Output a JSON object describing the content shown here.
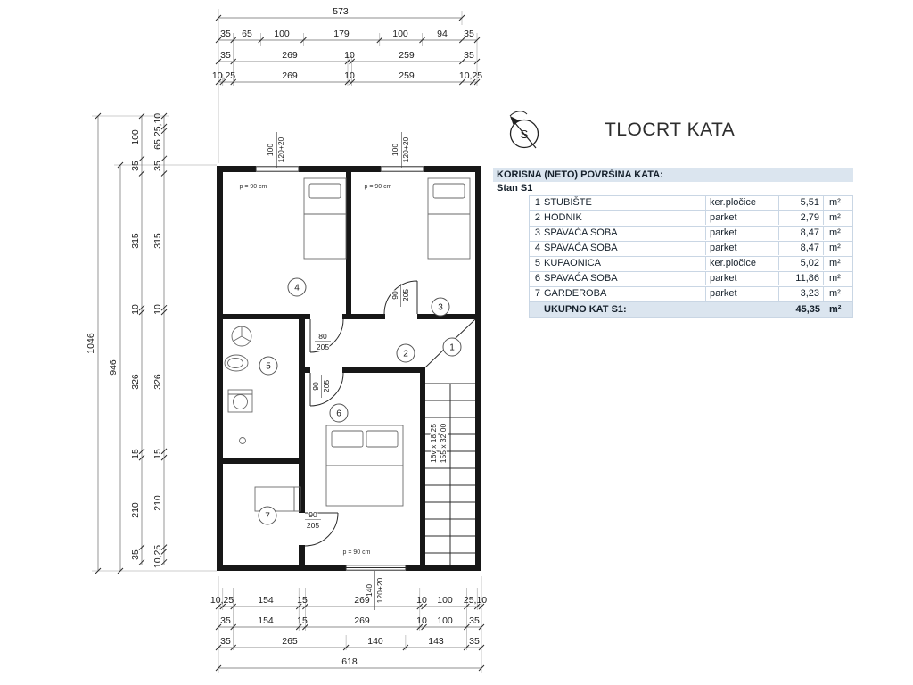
{
  "header": {
    "title": "TLOCRT KATA",
    "compass": "S"
  },
  "dims": {
    "top_total": "573",
    "top_row2": [
      "35",
      "65",
      "100",
      "179",
      "100",
      "94",
      "35"
    ],
    "top_row3": [
      "35",
      "269",
      "10",
      "259",
      "35"
    ],
    "top_row4": [
      "10,25",
      "269",
      "10",
      "259",
      "10,25"
    ],
    "left_total": "1046",
    "left_span": "946",
    "left_colA": [
      "100",
      "35",
      "315",
      "10",
      "326",
      "15",
      "210",
      "35"
    ],
    "left_colB": [
      "25,10",
      "65",
      "35",
      "315",
      "10",
      "326",
      "15",
      "210",
      "10,25"
    ],
    "bottom_row1": [
      "10,25",
      "154",
      "15",
      "269",
      "10",
      "100",
      "25,10"
    ],
    "bottom_row2": [
      "35",
      "154",
      "15",
      "269",
      "10",
      "100",
      "35"
    ],
    "bottom_row3": [
      "35",
      "265",
      "140",
      "143",
      "35"
    ],
    "bottom_total": "618"
  },
  "plan": {
    "rooms": [
      "1",
      "2",
      "3",
      "4",
      "5",
      "6",
      "7"
    ],
    "windows": {
      "w1_width": "100",
      "w1_height": "120+20",
      "w2_width": "100",
      "w2_height": "120+20",
      "wb_width": "140",
      "wb_height": "120+20"
    },
    "doors": {
      "bath_width": "80",
      "bath_height": "205",
      "std_width": "90",
      "std_height": "205"
    },
    "parapet": "p = 90 cm",
    "stair1": "16v x 18,25",
    "stair2": "155 x 32,00"
  },
  "table": {
    "title": "KORISNA (NETO) POVRŠINA KATA:",
    "unit_label": "Stan S1",
    "rows": [
      {
        "num": "1",
        "name": "STUBIŠTE",
        "finish": "ker.pločice",
        "area": "5,51",
        "unit": "m²"
      },
      {
        "num": "2",
        "name": "HODNIK",
        "finish": "parket",
        "area": "2,79",
        "unit": "m²"
      },
      {
        "num": "3",
        "name": "SPAVAĆA SOBA",
        "finish": "parket",
        "area": "8,47",
        "unit": "m²"
      },
      {
        "num": "4",
        "name": "SPAVAĆA SOBA",
        "finish": "parket",
        "area": "8,47",
        "unit": "m²"
      },
      {
        "num": "5",
        "name": "KUPAONICA",
        "finish": "ker.pločice",
        "area": "5,02",
        "unit": "m²"
      },
      {
        "num": "6",
        "name": "SPAVAĆA SOBA",
        "finish": "parket",
        "area": "11,86",
        "unit": "m²"
      },
      {
        "num": "7",
        "name": "GARDEROBA",
        "finish": "parket",
        "area": "3,23",
        "unit": "m²"
      }
    ],
    "total_label": "UKUPNO KAT S1:",
    "total_area": "45,35",
    "total_unit": "m²"
  }
}
